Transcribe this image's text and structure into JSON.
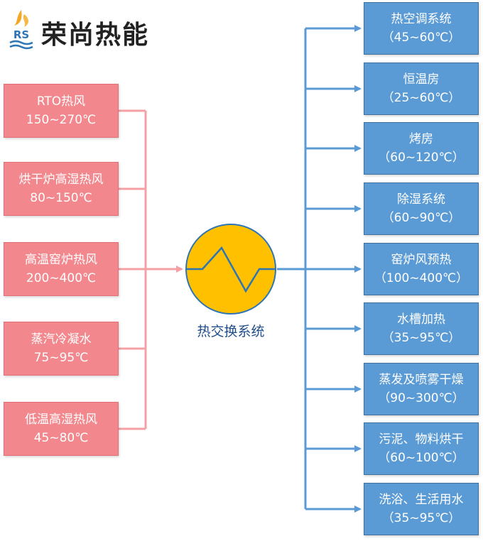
{
  "brand": {
    "logo_letters": "RS",
    "name": "荣尚热能"
  },
  "sources": [
    {
      "name": "RTO热风",
      "range": "150~270℃"
    },
    {
      "name": "烘干炉高湿热风",
      "range": "80~150℃"
    },
    {
      "name": "高温窑炉热风",
      "range": "200~400℃"
    },
    {
      "name": "蒸汽冷凝水",
      "range": "75~95℃"
    },
    {
      "name": "低温高湿热风",
      "range": "45~80℃"
    }
  ],
  "exchanger": {
    "label": "热交换系统"
  },
  "outputs": [
    {
      "name": "热空调系统",
      "range": "（45~60℃）"
    },
    {
      "name": "恒温房",
      "range": "（25~60℃）"
    },
    {
      "name": "烤房",
      "range": "（60~120℃）"
    },
    {
      "name": "除湿系统",
      "range": "（60~90℃）"
    },
    {
      "name": "窑炉风预热",
      "range": "（100~400℃）"
    },
    {
      "name": "水槽加热",
      "range": "（35~95℃）"
    },
    {
      "name": "蒸发及喷雾干燥",
      "range": "（90~300℃）"
    },
    {
      "name": "污泥、物料烘干",
      "range": "（60~100℃）"
    },
    {
      "name": "洗浴、生活用水",
      "range": "（35~95℃）"
    }
  ],
  "colors": {
    "source_fill": "#f2888d",
    "source_line": "#f4a1a5",
    "output_fill": "#5b9bd5",
    "output_line": "#5b9bd5",
    "exchanger_fill": "#ffc000",
    "exchanger_border": "#2e75b6"
  }
}
